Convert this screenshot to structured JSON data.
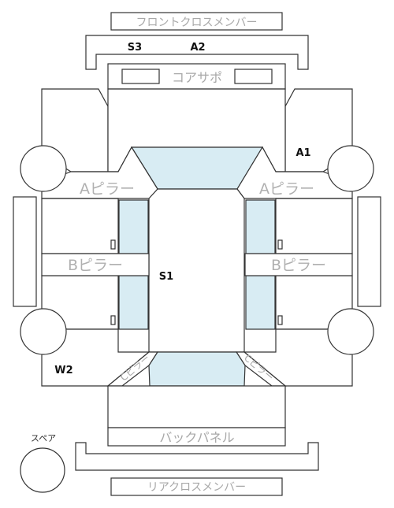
{
  "labels": {
    "front_cross_member": "フロントクロスメンバー",
    "core_support": "コアサポ",
    "a_pillar_left": "Aピラー",
    "a_pillar_right": "Aピラー",
    "b_pillar_left": "Bピラー",
    "b_pillar_right": "Bピラー",
    "c_pillar_left": "Cピラー",
    "c_pillar_right": "Cピラー",
    "back_panel": "バックパネル",
    "rear_cross_member": "リアクロスメンバー",
    "spare": "スペア"
  },
  "codes": {
    "s3": "S3",
    "a2": "A2",
    "a1": "A1",
    "s1": "S1",
    "w2": "W2"
  },
  "colors": {
    "glass": "#d8ecf3",
    "outline": "#333333",
    "label_gray": "#a8a8a8"
  }
}
